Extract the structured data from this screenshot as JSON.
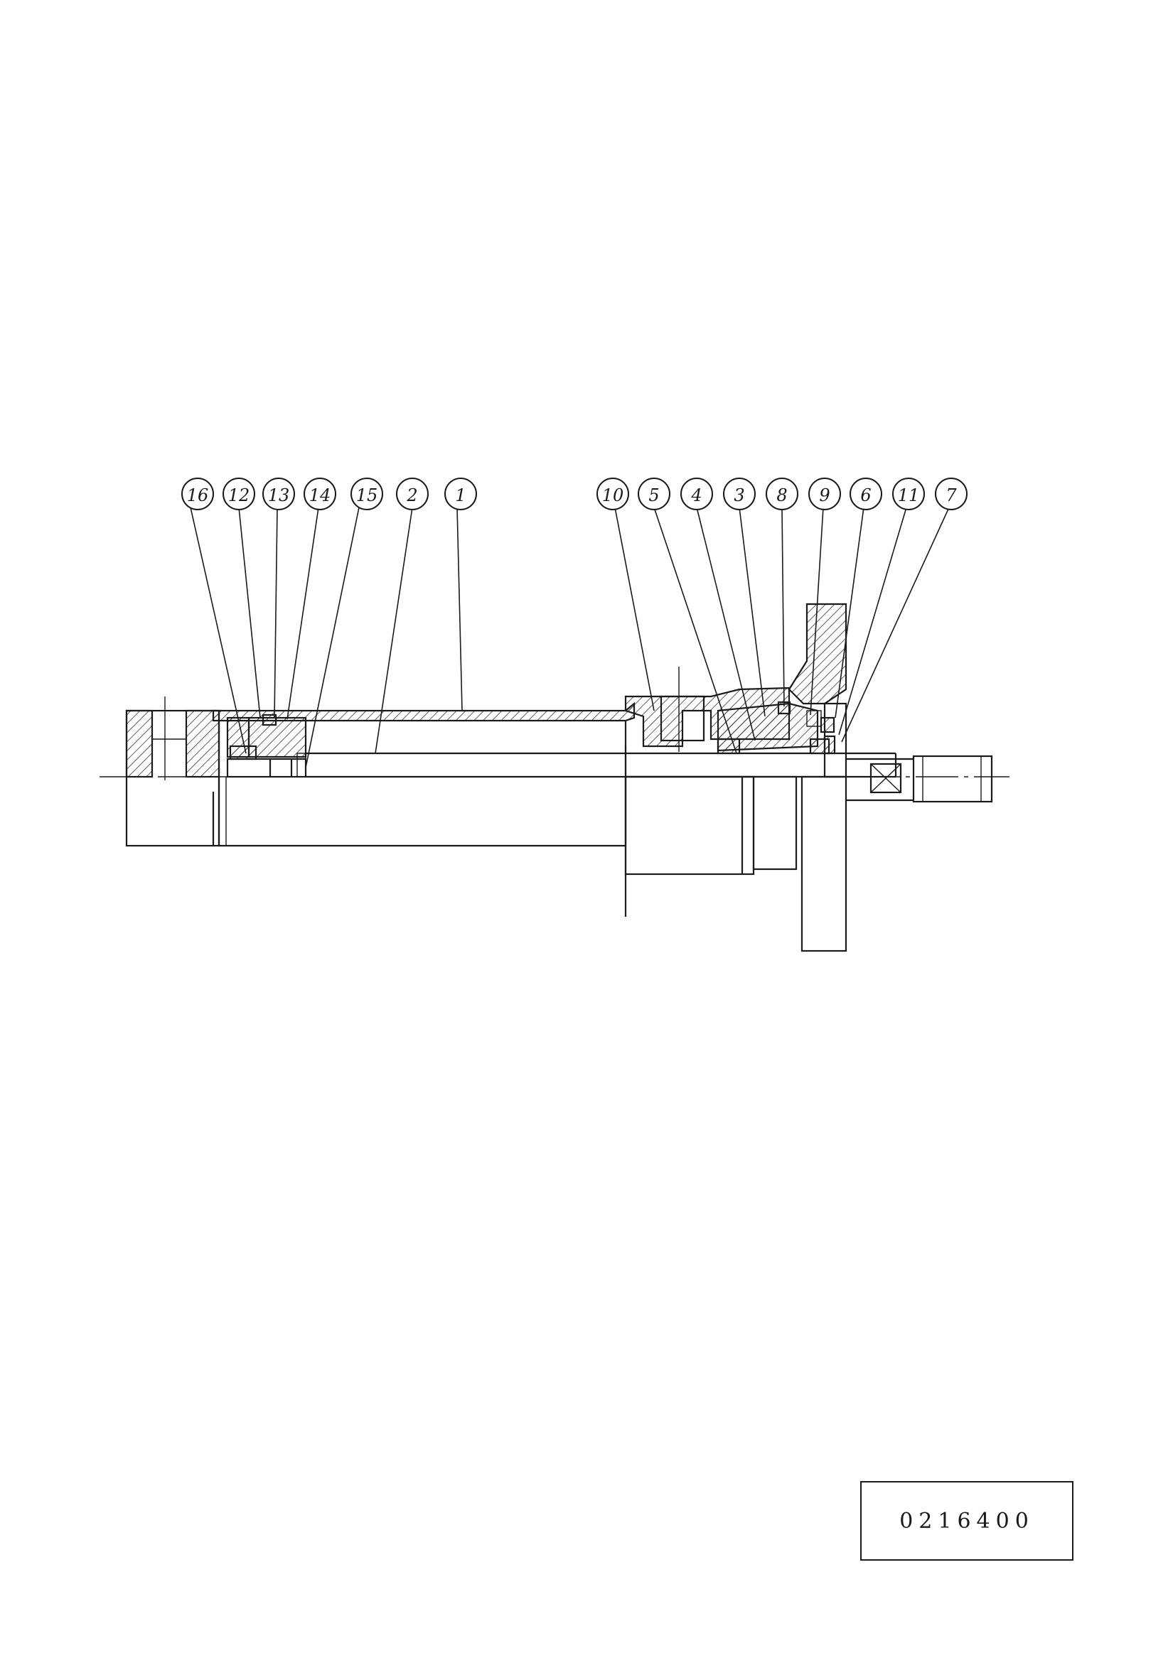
{
  "drawing_number": "0216400",
  "part_balloons": [
    "16",
    "12",
    "13",
    "14",
    "15",
    "2",
    "1",
    "10",
    "5",
    "4",
    "3",
    "8",
    "9",
    "6",
    "11",
    "7"
  ]
}
